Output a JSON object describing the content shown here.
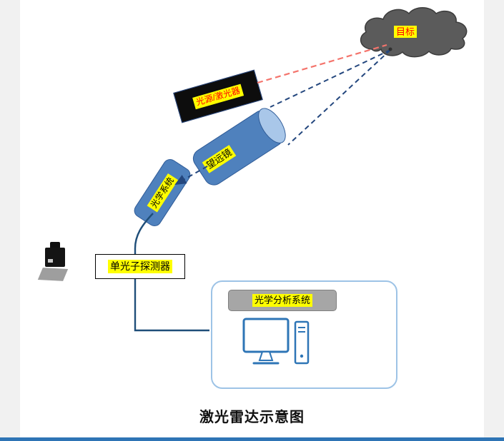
{
  "page": {
    "title": "激光雷达示意图"
  },
  "nodes": {
    "target": {
      "label": "目标"
    },
    "laser": {
      "label": "光源/激光器"
    },
    "telescope": {
      "label": "望远镜"
    },
    "optics": {
      "label": "光学系统"
    },
    "detector": {
      "label": "单光子探测器"
    },
    "analysis": {
      "label": "光学分析系统"
    }
  },
  "connections": [
    {
      "from": "laser",
      "to": "target",
      "style": "dashed",
      "color": "#f4746c"
    },
    {
      "from": "target",
      "to": "telescope",
      "style": "dashed",
      "color": "#24477e"
    },
    {
      "from": "telescope",
      "to": "optics",
      "style": "dashed-arrow",
      "color": "#24477e"
    },
    {
      "from": "optics",
      "to": "detector",
      "style": "solid",
      "color": "#1f4e79"
    },
    {
      "from": "detector",
      "to": "analysis",
      "style": "solid",
      "color": "#1f4e79"
    }
  ],
  "colors": {
    "highlight": "#ffff00",
    "red_label_text": "#ff0000",
    "outgoing_beam": "#f4746c",
    "return_beam": "#24477e",
    "connector": "#1f4e79",
    "telescope_fill": "#4f81bd",
    "telescope_face": "#a9c7e9",
    "cloud_fill": "#5b5b5b",
    "analysis_border": "#9dc3e6",
    "analysis_pill": "#a6a6a6",
    "computer_icon": "#2e75b6",
    "bottom_bar": "#2e74b5",
    "laser_fill": "#0d0d0d"
  }
}
